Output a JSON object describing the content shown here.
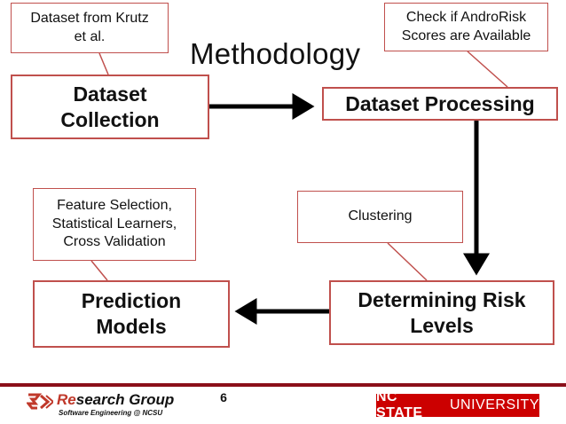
{
  "title": "Methodology",
  "steps": {
    "dataset_collection": "Dataset\nCollection",
    "dataset_processing": "Dataset Processing",
    "determining_risk_levels": "Determining Risk\nLevels",
    "prediction_models": "Prediction\nModels"
  },
  "notes": {
    "dataset_source": "Dataset from Krutz\net al.",
    "androrisk_check": "Check if AndroRisk\nScores are Available",
    "clustering": "Clustering",
    "prediction_methods": "Feature Selection,\nStatistical Learners,\nCross Validation"
  },
  "footer": {
    "page_number": "6",
    "group_logo_text_prefix": "Re",
    "group_logo_text_suffix": "search Group",
    "group_logo_sub": "Software Engineering @ NCSU",
    "university_bold": "NC STATE",
    "university_regular": "UNIVERSITY"
  },
  "colors": {
    "box_border": "#c0504d",
    "arrow": "#000000",
    "footer_rule": "#8b0f1a",
    "university_bg": "#cc0000"
  }
}
